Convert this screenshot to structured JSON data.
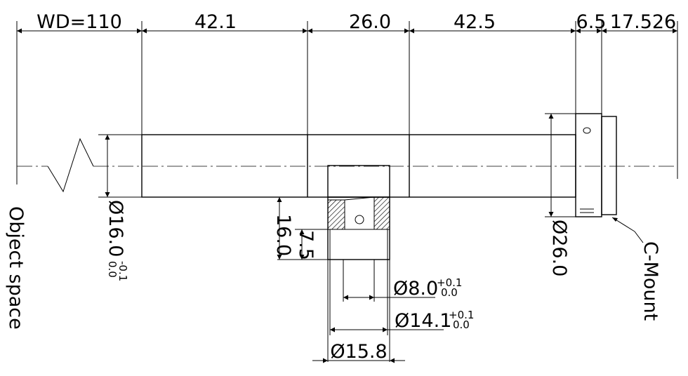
{
  "dimensions": {
    "wd": "WD=110",
    "d1": "42.1",
    "d2": "26.0",
    "d3": "42.5",
    "d4": "6.5",
    "d5": "17.526",
    "dia_body": "Ø16.0",
    "dia_body_tol_upper": "0.0",
    "dia_body_tol_lower": "-0.1",
    "height_16": "16.0",
    "height_7_5": "7.5",
    "dia_mount": "Ø26.0",
    "dia_8": "Ø8.0",
    "dia_8_tol_upper": "+0.1",
    "dia_8_tol_lower": "0.0",
    "dia_14": "Ø14.1",
    "dia_14_tol_upper": "+0.1",
    "dia_14_tol_lower": "0.0",
    "dia_15_8": "Ø15.8"
  },
  "labels": {
    "object_space": "Object space",
    "c_mount": "C-Mount"
  }
}
